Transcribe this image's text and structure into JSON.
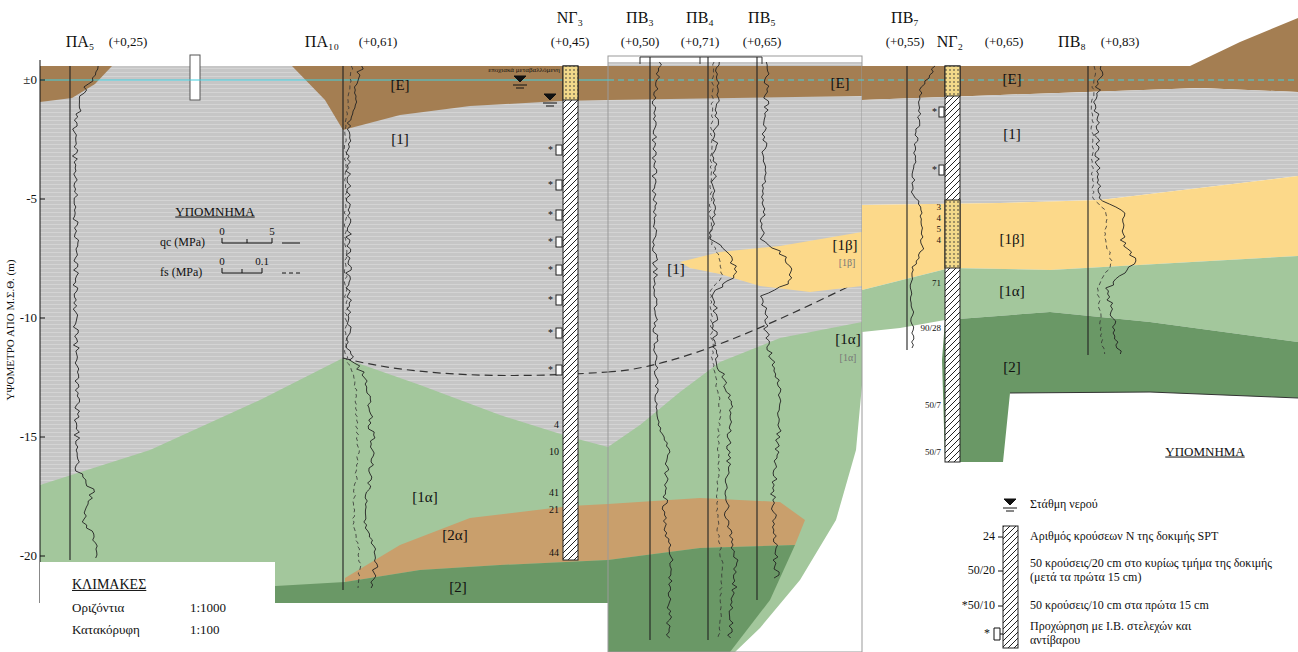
{
  "diagram": {
    "labels": [
      "ΠΑ₅",
      "(+0,25)",
      "ΠΑ₁₀",
      "(+0,61)",
      "ΝΓ₃",
      "(+0,45)",
      "ΠΒ₃",
      "(+0,50)",
      "ΠΒ₄",
      "(+0,71)",
      "ΠΒ₅",
      "(+0,65)",
      "ΠΒ₇",
      "(+0,55)",
      "ΝΓ₂",
      "(+0,65)",
      "ΠΒ₈",
      "(+0,83)",
      "±0",
      "-5",
      "-10",
      "-15",
      "-20",
      "ΥΨΟΜΕΤΡΟ ΑΠΟ Μ.Σ.Θ. (m)",
      "[E]",
      "[1]",
      "[1α]",
      "[2α]",
      "[2]",
      "[E]",
      "[1]",
      "[1β]",
      "[1β]",
      "[1α]",
      "[1α]",
      "[E]",
      "[1]",
      "[1β]",
      "[1α]",
      "[2]",
      "εποχιακά μεταβαλλόμενη",
      "4",
      "10",
      "41",
      "21",
      "44",
      "3",
      "4",
      "5",
      "4",
      "71",
      "90/28",
      "50/7",
      "50/7",
      "*",
      "*",
      "*",
      "*",
      "*",
      "*",
      "*",
      "*",
      "*",
      "*",
      "ΥΠΟΜΝΗΜΑ",
      "0",
      "5",
      "0",
      "0.1",
      "ΚΛΙΜΑΚΕΣ",
      "Οριζόντια",
      "1:1000",
      "Κατακόρυφη",
      "1:100",
      "ΥΠΟΜΝΗΜΑ",
      "24",
      "50/20",
      "*50/10",
      "*"
    ],
    "legend": [
      {
        "text": "qc (MPa)"
      },
      {
        "text": "fs (MPa)"
      },
      {
        "text": "Στάθμη νερού"
      },
      {
        "text": "Αριθμός κρούσεων Ν της δοκιμής SPT"
      },
      {
        "text": "50 κρούσεις/20 cm στο κυρίως τμήμα της δοκιμής (μετά τα πρώτα 15 cm)"
      },
      {
        "text": "50 κρούσεις/10 cm στα πρώτα 15 cm"
      },
      {
        "text": "Προχώρηση με Ι.Β. στελεχών και αντίβαρου"
      }
    ]
  }
}
